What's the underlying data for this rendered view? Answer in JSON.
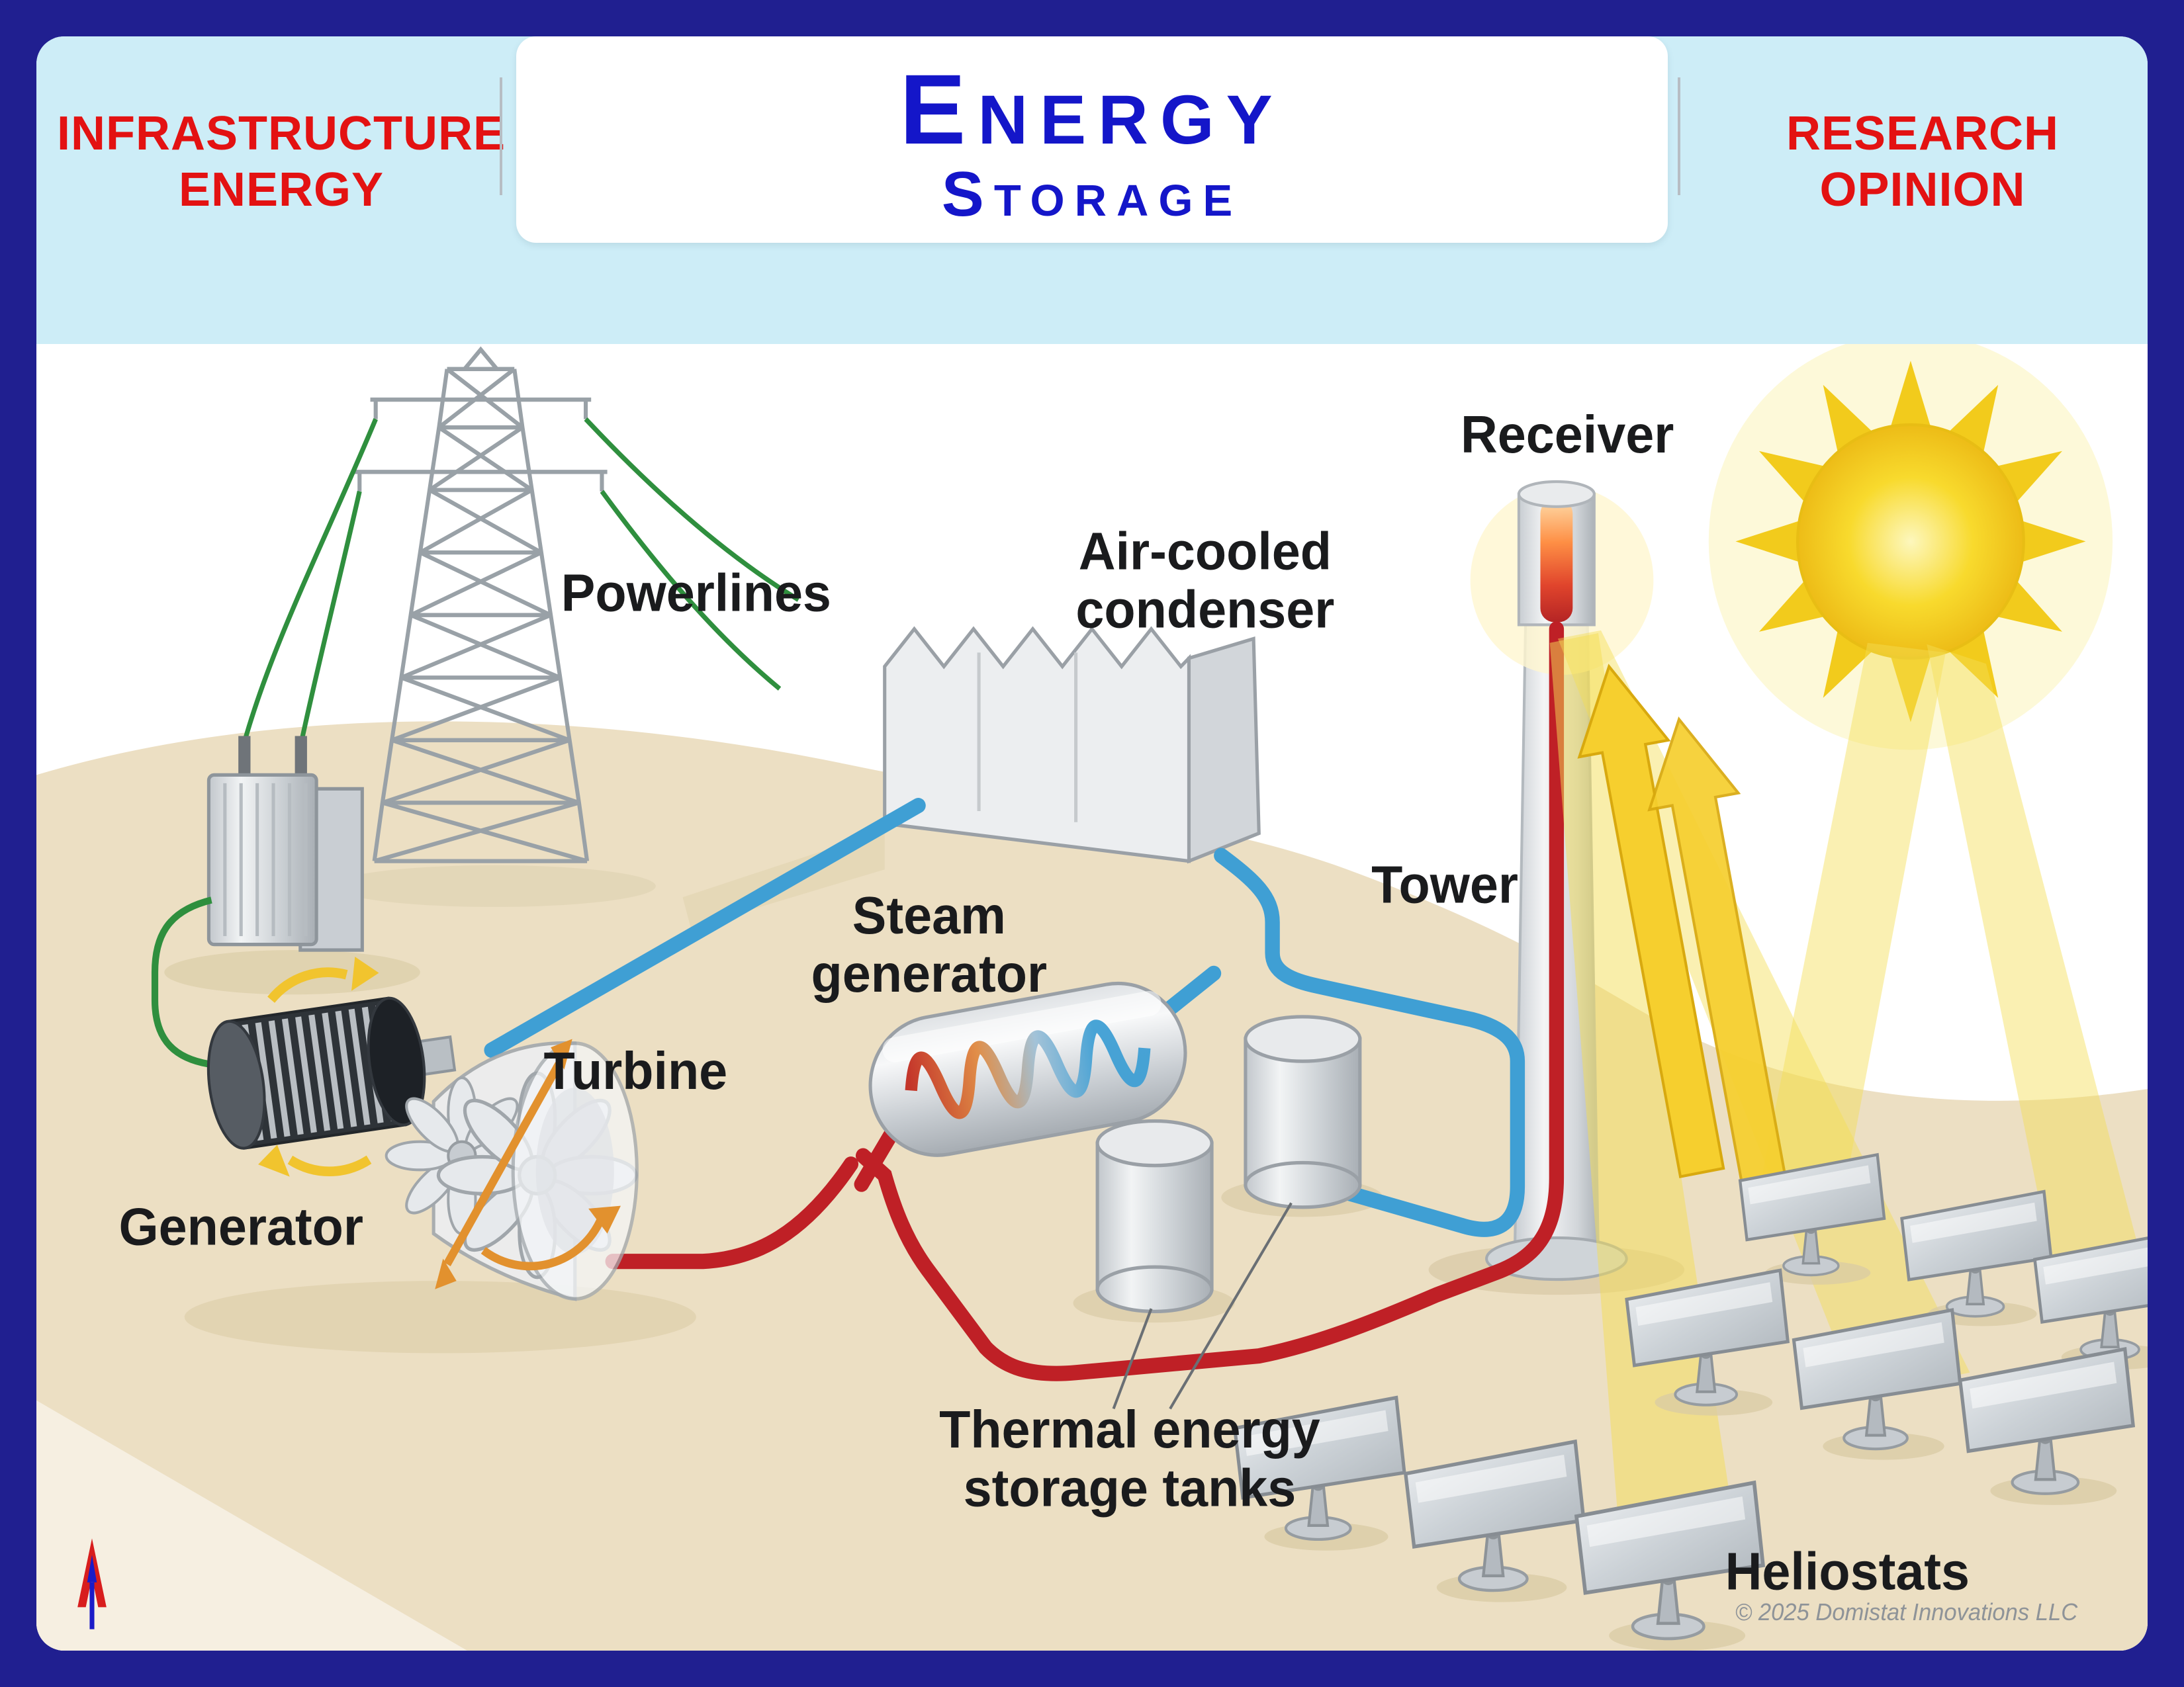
{
  "nav": {
    "left": {
      "line1": "INFRASTRUCTURE",
      "line2": "ENERGY"
    },
    "right": {
      "line1": "RESEARCH",
      "line2": "OPINION"
    }
  },
  "title": {
    "main": "Energy",
    "sub": "Storage"
  },
  "diagram": {
    "labels": {
      "powerlines": "Powerlines",
      "condenser_1": "Air-cooled",
      "condenser_2": "condenser",
      "receiver": "Receiver",
      "tower": "Tower",
      "steam_1": "Steam",
      "steam_2": "generator",
      "turbine": "Turbine",
      "generator": "Generator",
      "tanks_1": "Thermal energy",
      "tanks_2": "storage tanks",
      "heliostats": "Heliostats"
    },
    "copyright": "© 2025 Domistat Innovations LLC",
    "colors": {
      "hot_pipe": "#bf2026",
      "cold_pipe": "#3f9fd4",
      "wire_green": "#2f8f3e",
      "sun_yellow": "#f2d02a",
      "ground": "#ecdfc3",
      "accent_blue": "#1416c9",
      "accent_red": "#e31212"
    }
  }
}
